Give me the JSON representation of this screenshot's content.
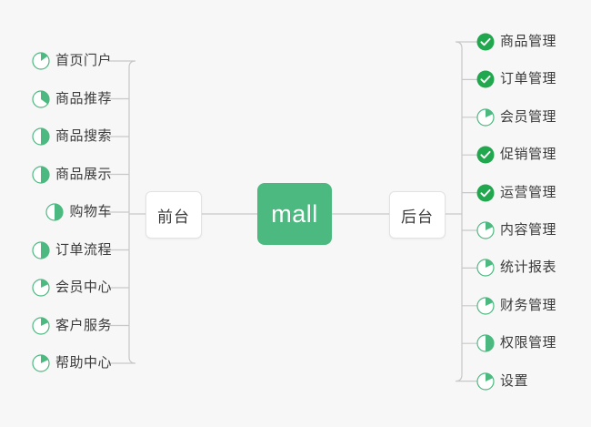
{
  "diagram": {
    "type": "mind-map",
    "background_color": "#f7f7f7",
    "accent_color": "#4cb980",
    "done_color": "#21a84e",
    "line_color": "#c8c8c8",
    "root": {
      "label": "mall"
    },
    "branches": [
      {
        "id": "front",
        "label": "前台",
        "side": "left"
      },
      {
        "id": "back",
        "label": "后台",
        "side": "right"
      }
    ],
    "left_items": [
      {
        "label": "首页门户",
        "icon": "pie-progress-icon",
        "progress": 15,
        "status": "in-progress"
      },
      {
        "label": "商品推荐",
        "icon": "pie-progress-icon",
        "progress": 35,
        "status": "in-progress"
      },
      {
        "label": "商品搜索",
        "icon": "pie-progress-icon",
        "progress": 50,
        "status": "in-progress"
      },
      {
        "label": "商品展示",
        "icon": "pie-progress-icon",
        "progress": 50,
        "status": "in-progress"
      },
      {
        "label": "购物车",
        "icon": "pie-progress-icon",
        "progress": 50,
        "status": "in-progress"
      },
      {
        "label": "订单流程",
        "icon": "pie-progress-icon",
        "progress": 50,
        "status": "in-progress"
      },
      {
        "label": "会员中心",
        "icon": "pie-progress-icon",
        "progress": 18,
        "status": "in-progress"
      },
      {
        "label": "客户服务",
        "icon": "pie-progress-icon",
        "progress": 18,
        "status": "in-progress"
      },
      {
        "label": "帮助中心",
        "icon": "pie-progress-icon",
        "progress": 18,
        "status": "in-progress"
      }
    ],
    "right_items": [
      {
        "label": "商品管理",
        "icon": "check-circle-icon",
        "progress": 100,
        "status": "done"
      },
      {
        "label": "订单管理",
        "icon": "check-circle-icon",
        "progress": 100,
        "status": "done"
      },
      {
        "label": "会员管理",
        "icon": "pie-progress-icon",
        "progress": 18,
        "status": "in-progress"
      },
      {
        "label": "促销管理",
        "icon": "check-circle-icon",
        "progress": 100,
        "status": "done"
      },
      {
        "label": "运营管理",
        "icon": "check-circle-icon",
        "progress": 100,
        "status": "done"
      },
      {
        "label": "内容管理",
        "icon": "pie-progress-icon",
        "progress": 18,
        "status": "in-progress"
      },
      {
        "label": "统计报表",
        "icon": "pie-progress-icon",
        "progress": 18,
        "status": "in-progress"
      },
      {
        "label": "财务管理",
        "icon": "pie-progress-icon",
        "progress": 18,
        "status": "in-progress"
      },
      {
        "label": "权限管理",
        "icon": "pie-progress-icon",
        "progress": 50,
        "status": "in-progress"
      },
      {
        "label": "设置",
        "icon": "pie-progress-icon",
        "progress": 18,
        "status": "in-progress"
      }
    ]
  }
}
